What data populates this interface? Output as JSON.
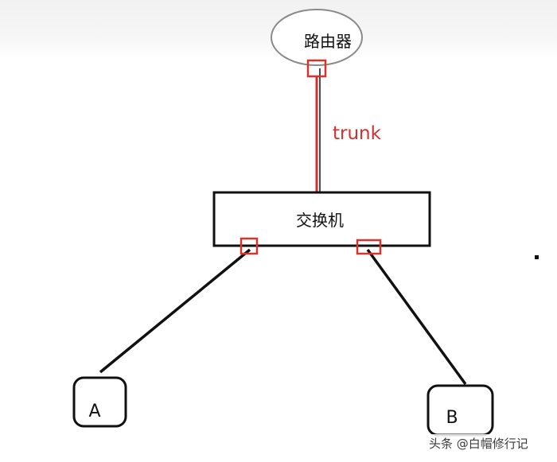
{
  "router": {
    "label": "路由器"
  },
  "link": {
    "label": "trunk"
  },
  "switch": {
    "label": "交换机"
  },
  "host_a": {
    "label": "A"
  },
  "host_b": {
    "label": "B"
  },
  "watermark": {
    "text": "头条 @白帽修行记"
  },
  "colors": {
    "trunk": "#d0302f",
    "port": "#d9342b",
    "line": "#111111",
    "ellipse": "#8a8a8a"
  }
}
